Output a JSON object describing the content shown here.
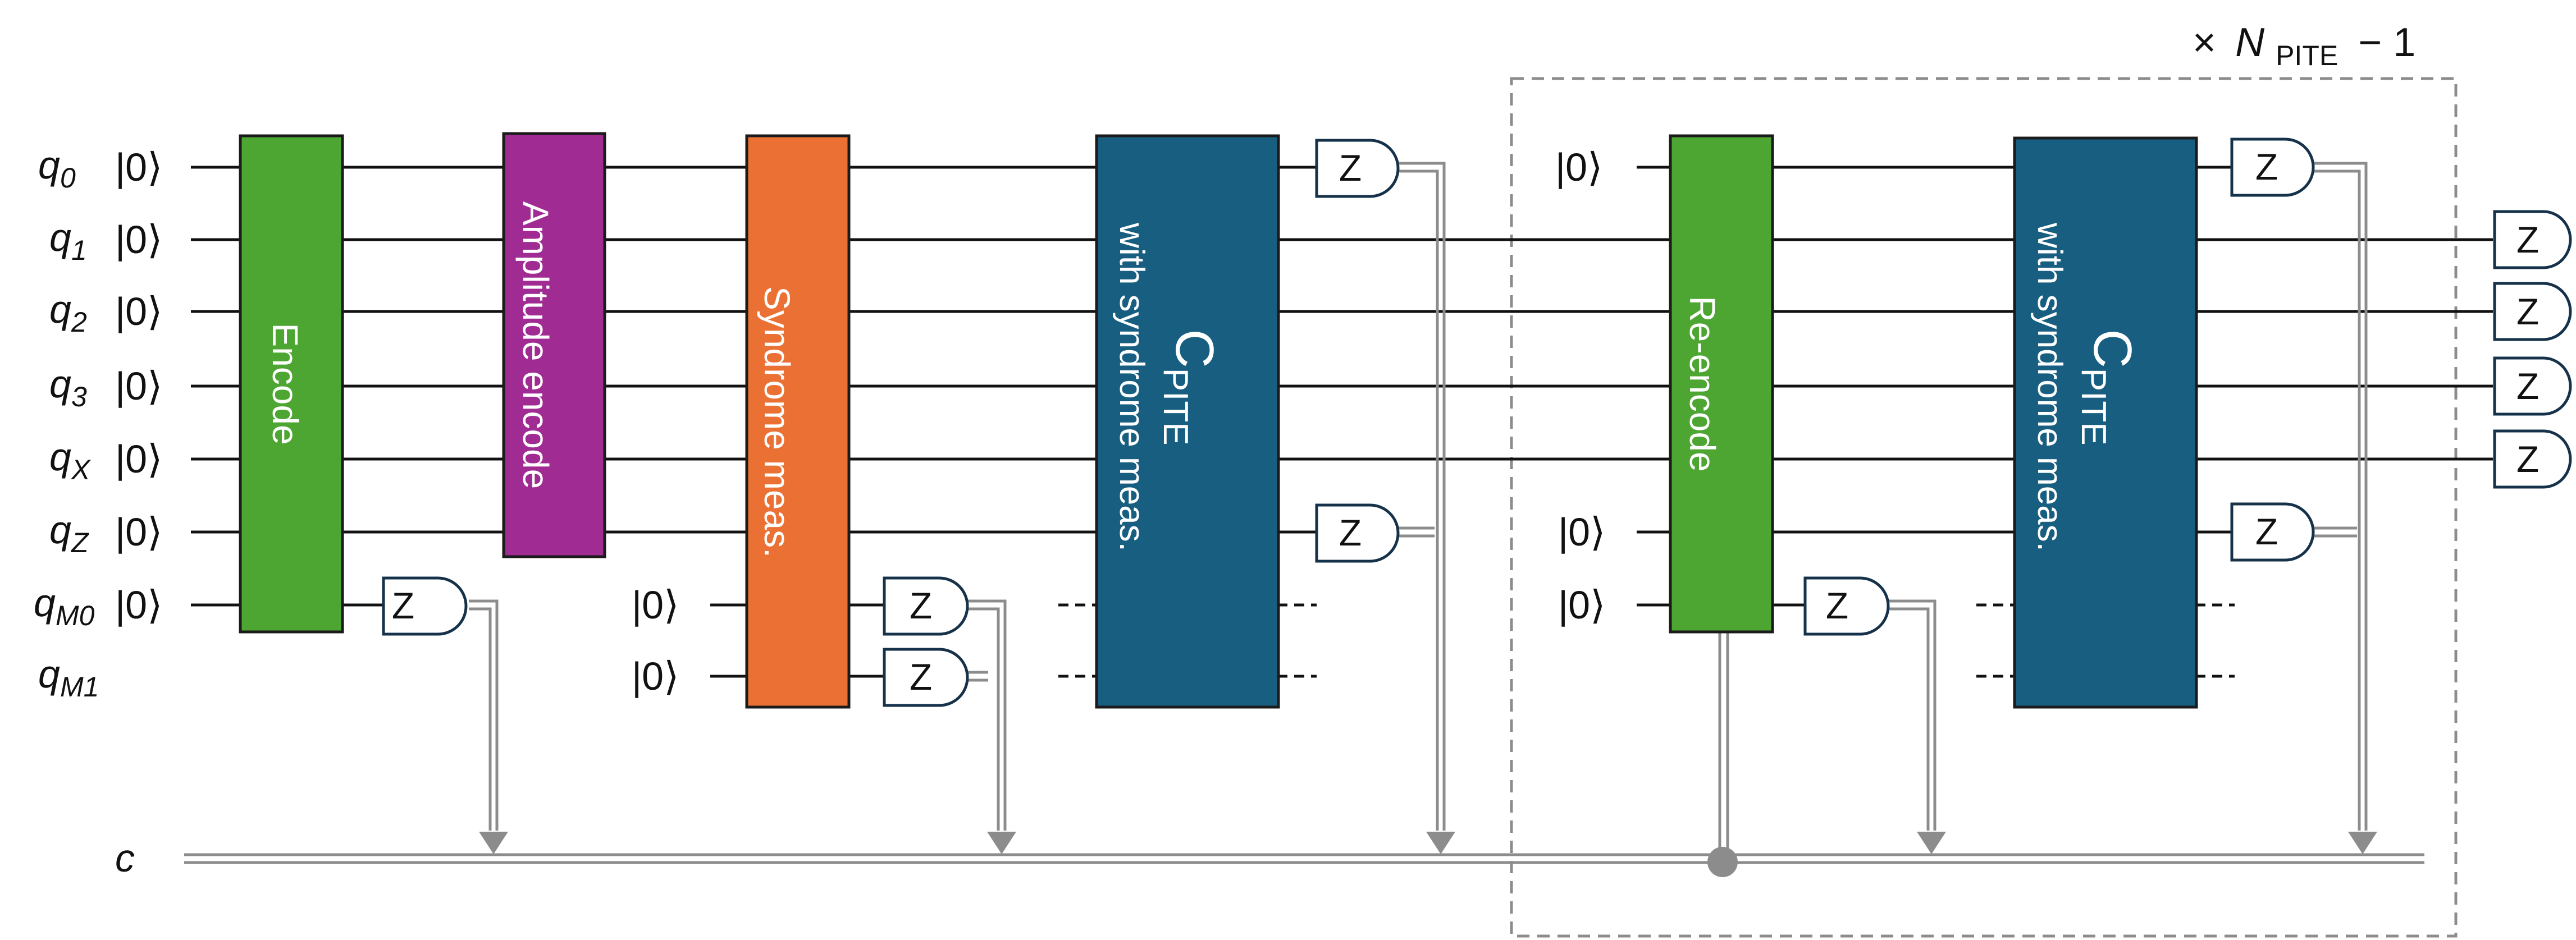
{
  "qubits": [
    {
      "name": "q",
      "sub": "0",
      "ket": "|0⟩"
    },
    {
      "name": "q",
      "sub": "1",
      "ket": "|0⟩"
    },
    {
      "name": "q",
      "sub": "2",
      "ket": "|0⟩"
    },
    {
      "name": "q",
      "sub": "3",
      "ket": "|0⟩"
    },
    {
      "name": "q",
      "sub": "X",
      "ket": "|0⟩"
    },
    {
      "name": "q",
      "sub": "Z",
      "ket": "|0⟩"
    },
    {
      "name": "q",
      "sub": "M0",
      "ket": "|0⟩"
    },
    {
      "name": "q",
      "sub": "M1",
      "ket": ""
    }
  ],
  "classical_label": "c",
  "ket_label": "|0⟩",
  "measure_label": "Z",
  "gates": {
    "encode": "Encode",
    "amplitude_encode": "Amplitude encode",
    "syndrome": "Syndrome meas.",
    "cpite_main": "C",
    "cpite_sub": "PITE",
    "cpite_note": "with syndrome meas.",
    "reencode": "Re-encode"
  },
  "repeat": {
    "times": "×",
    "symbol": "N",
    "sub": "PITE",
    "suffix": "− 1"
  },
  "colors": {
    "encode": "#4ea632",
    "amplitude": "#a02b93",
    "syndrome": "#ea7133",
    "cpite": "#175e81",
    "classical": "#8c8c8c",
    "box_border": "#8c8c8c"
  }
}
